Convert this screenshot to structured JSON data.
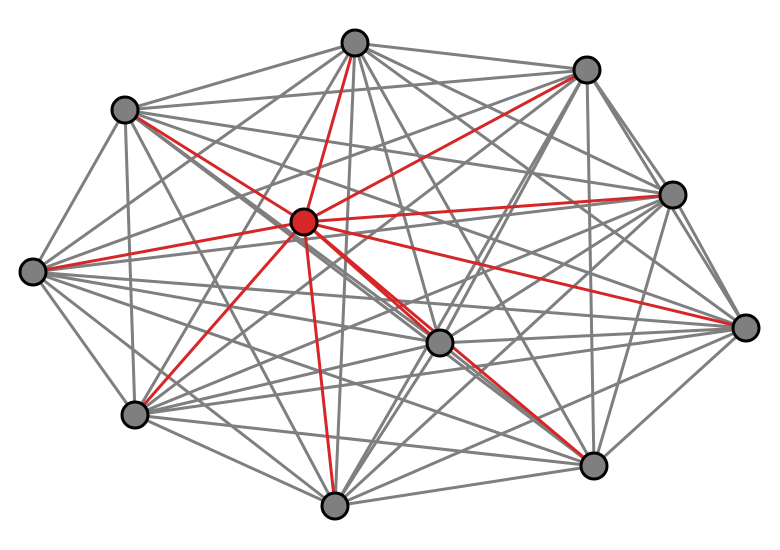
{
  "graph": {
    "type": "complete-graph",
    "node_count": 11,
    "highlighted_node": "center",
    "colors": {
      "background": "#ffffff",
      "edge": "#7f7f7f",
      "highlight_edge": "#d62728",
      "node_fill": "#7f7f7f",
      "highlight_node_fill": "#d62728",
      "node_stroke": "#000000"
    }
  }
}
